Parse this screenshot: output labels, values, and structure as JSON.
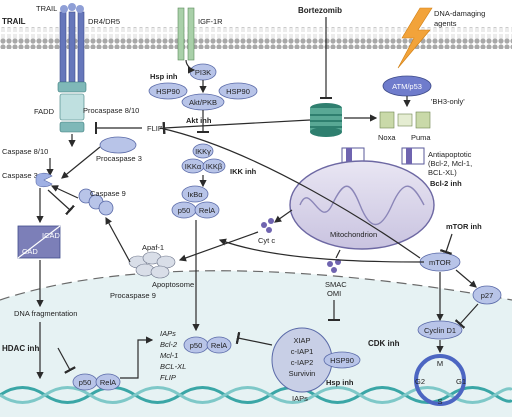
{
  "figure": {
    "trail": "TRAIL",
    "trail_small": "TRAIL",
    "dr": "DR4/DR5",
    "igf1r": "IGF-1R",
    "bortezomib": "Bortezomib",
    "dna_agents_1": "DNA-damaging",
    "dna_agents_2": "agents",
    "hsp_inh_top": "Hsp inh",
    "hsp90_left": "HSP90",
    "hsp90_right": "HSP90",
    "pi3k": "PI3K",
    "akt": "Akt/PKB",
    "akt_inh": "Akt inh",
    "atm": "ATM/p53",
    "bh3": "'BH3-only'",
    "noxa": "Noxa",
    "puma": "Puma",
    "fadd": "FADD",
    "procaspase810": "Procaspase 8/10",
    "flip": "FLIP",
    "ikkg": "IKKγ",
    "ikka": "IKKα",
    "ikkb": "IKKβ",
    "ikk_inh": "IKK inh",
    "antiapoptotic_1": "Antiapoptotic",
    "antiapoptotic_2": "(Bcl-2, Mcl-1,",
    "antiapoptotic_3": "BCL-XL)",
    "bcl2_inh": "Bcl-2 inh",
    "caspase810": "Caspase 8/10",
    "procaspase3": "Procaspase 3",
    "caspase3": "Caspase 3",
    "caspase9": "Caspase 9",
    "ikba": "IκBα",
    "p50": "p50",
    "rela": "RelA",
    "cytc": "Cyt c",
    "apaf1": "Apaf-1",
    "apoptosome": "Apoptosome",
    "procaspase9": "Procaspase 9",
    "mitochondrion": "Mitochondrion",
    "mtor_inh": "mTOR inh",
    "mtor": "mTOR",
    "p27": "p27",
    "icad": "ICAD",
    "cad": "CAD",
    "smac": "SMAC",
    "omi": "OMI",
    "cyclind1": "Cyclin D1",
    "dna_frag": "DNA fragmentation",
    "xiap": "XIAP",
    "ciap1": "c-IAP1",
    "ciap2": "c-IAP2",
    "survivin": "Survivin",
    "hsp90_bottom": "HSP90",
    "hsp_inh_bottom": "Hsp inh",
    "iaps": "IAPs",
    "cdk_inh": "CDK inh",
    "m": "M",
    "g2": "G2",
    "g1": "G1",
    "s": "S",
    "hdac_inh": "HDAC inh",
    "p50_nuc": "p50",
    "rela_nuc": "RelA",
    "targets": [
      "IAPs",
      "Bcl-2",
      "Mcl-1",
      "BCL-XL",
      "FLIP"
    ]
  },
  "colors": {
    "membrane_head": "#9a9a9a",
    "protein": "#b8c4e8",
    "protein_stroke": "#5a6aa8",
    "nucleus": "#e6f2f3",
    "dna_a": "#3aa6a6",
    "dna_b": "#7ec8c8",
    "lightning": "#f2a33a",
    "proteasome": "#2f7f6f"
  }
}
